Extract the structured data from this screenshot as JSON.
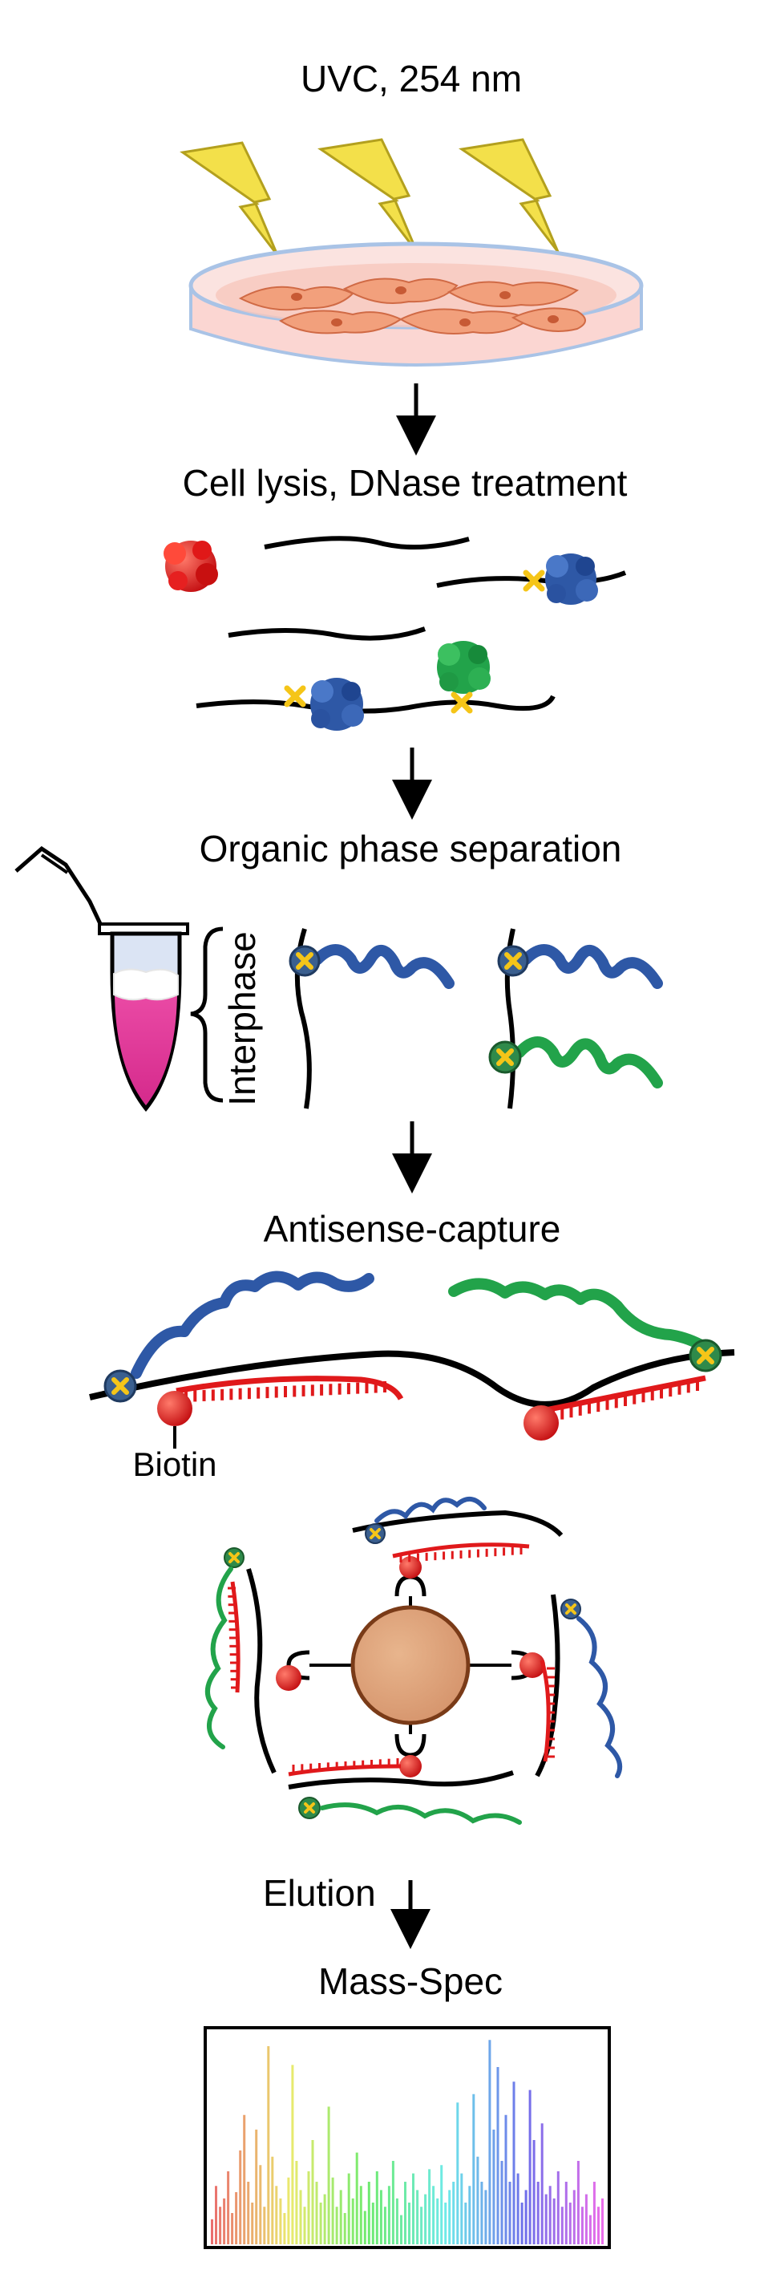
{
  "steps": {
    "uv": "UVC, 254 nm",
    "lysis": "Cell lysis, DNase treatment",
    "phase": "Organic phase separation",
    "capture": "Antisense-capture",
    "elution": "Elution",
    "mass_spec": "Mass-Spec"
  },
  "labels": {
    "interphase": "Interphase",
    "biotin": "Biotin"
  },
  "colors": {
    "rna": "#000000",
    "antisense_probe": "#e0191b",
    "biotin": "#e0191b",
    "crosslink": "#f5c518",
    "protein_blue": "#2e58a6",
    "protein_green": "#22a34a",
    "protein_red": "#e0191b",
    "bead": "#d99a6c",
    "tube_fill": "#e3379a",
    "lightning": "#f3e04a",
    "cells": "#f2a07c"
  },
  "icons": {
    "lightning": "lightning-bolt-icon",
    "dish": "petri-dish-icon",
    "tube": "microcentrifuge-tube-icon",
    "bead": "streptavidin-bead-icon"
  },
  "chart_data": {
    "type": "bar",
    "title": "",
    "xlabel": "",
    "ylabel": "",
    "colormap": "rainbow",
    "values": [
      0.12,
      0.28,
      0.18,
      0.22,
      0.35,
      0.15,
      0.25,
      0.45,
      0.62,
      0.3,
      0.2,
      0.55,
      0.38,
      0.18,
      0.95,
      0.42,
      0.28,
      0.22,
      0.15,
      0.32,
      0.86,
      0.4,
      0.26,
      0.18,
      0.35,
      0.5,
      0.3,
      0.2,
      0.24,
      0.66,
      0.32,
      0.18,
      0.26,
      0.15,
      0.34,
      0.22,
      0.44,
      0.28,
      0.16,
      0.3,
      0.2,
      0.35,
      0.26,
      0.18,
      0.28,
      0.4,
      0.22,
      0.14,
      0.3,
      0.2,
      0.34,
      0.26,
      0.18,
      0.24,
      0.36,
      0.28,
      0.22,
      0.38,
      0.2,
      0.26,
      0.3,
      0.68,
      0.34,
      0.2,
      0.28,
      0.72,
      0.42,
      0.3,
      0.26,
      0.98,
      0.55,
      0.85,
      0.4,
      0.62,
      0.3,
      0.78,
      0.34,
      0.2,
      0.26,
      0.74,
      0.5,
      0.3,
      0.58,
      0.24,
      0.28,
      0.22,
      0.35,
      0.18,
      0.3,
      0.2,
      0.26,
      0.4,
      0.18,
      0.24,
      0.14,
      0.3,
      0.18,
      0.22
    ]
  }
}
